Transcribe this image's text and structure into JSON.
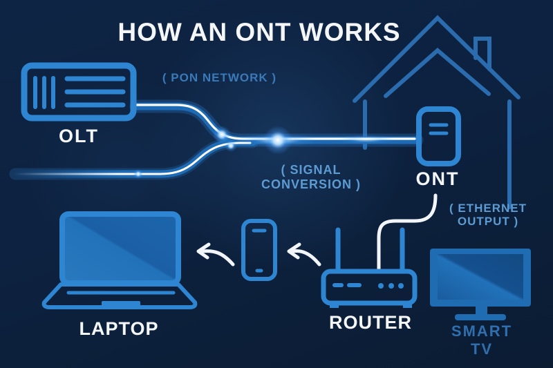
{
  "title": "HOW AN ONT WORKS",
  "diagram": {
    "olt": {
      "label": "OLT",
      "icon": "olt-device-icon"
    },
    "pon_network": {
      "label": "( PON NETWORK )"
    },
    "fiber": {
      "icon": "fiber-cable-icon"
    },
    "house": {
      "icon": "house-icon"
    },
    "ont": {
      "label": "ONT",
      "icon": "ont-device-icon"
    },
    "signal_conversion": {
      "label": "( SIGNAL CONVERSION )"
    },
    "ethernet_output": {
      "label": "( ETHERNET OUTPUT )"
    },
    "router": {
      "label": "ROUTER",
      "icon": "router-icon"
    },
    "smartphone": {
      "icon": "smartphone-icon"
    },
    "laptop": {
      "label": "LAPTOP",
      "icon": "laptop-icon"
    },
    "smart_tv": {
      "label": "SMART TV",
      "icon": "smart-tv-icon"
    },
    "arrows": {
      "icon": "left-curved-arrow-icon"
    }
  },
  "colors": {
    "background": "#0d2240",
    "device_stroke": "#2e86d2",
    "house_stroke": "#2a6cae",
    "screen_fill": "#1e6bb0",
    "cable_sheath": "#1d6bb4",
    "cable_core": "#ffffff",
    "glow": "#9fdcff",
    "label_white": "#f4f6f8",
    "label_blue": "#3b79b8",
    "label_light_blue": "#5d9bd3",
    "smart_tv_label_blue": "#2f6fae"
  }
}
